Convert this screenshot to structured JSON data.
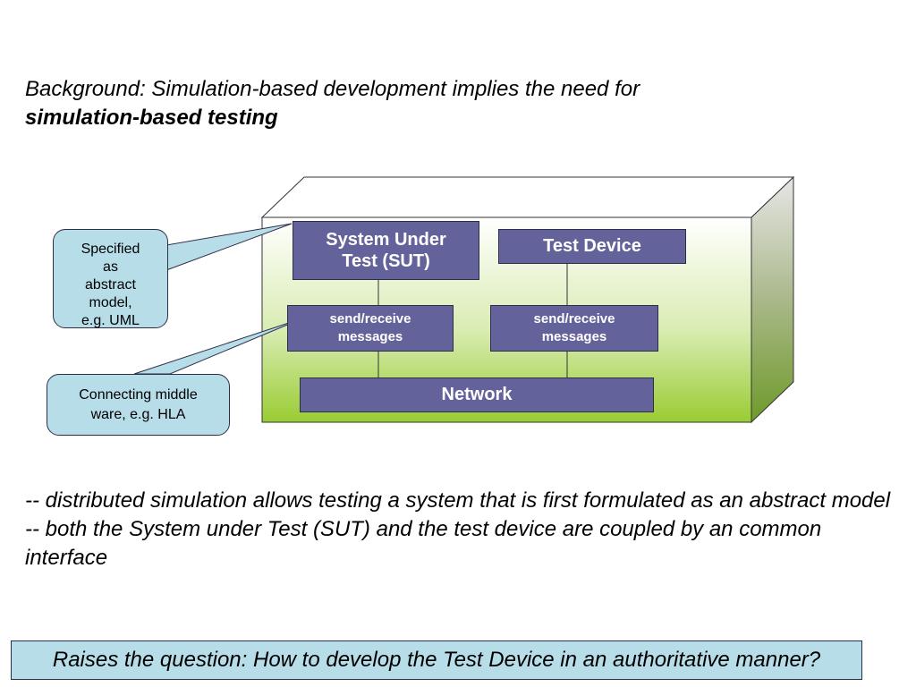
{
  "heading": {
    "line1": "Background: Simulation-based development implies the need for",
    "line2": "simulation-based testing"
  },
  "diagram": {
    "sut": [
      "System Under",
      "Test (SUT)"
    ],
    "test_device": "Test Device",
    "send_receive_left": [
      "send/receive",
      "messages"
    ],
    "send_receive_right": [
      "send/receive",
      "messages"
    ],
    "network": "Network",
    "callout_model": [
      "Specified",
      "as",
      "abstract",
      "model,",
      "e.g. UML"
    ],
    "callout_middleware": [
      "Connecting middle",
      "ware, e.g. HLA"
    ]
  },
  "bullets": [
    "-- distributed simulation allows testing a system that is first formulated as an abstract model",
    "-- both the System under Test (SUT) and the test device are coupled by an common interface"
  ],
  "question": "Raises the question:  How to develop the  Test Device in an authoritative manner?",
  "colors": {
    "box_fill": "#64629a",
    "callout_fill": "#b7dde8",
    "cube_gradient_top": "#ffffff",
    "cube_gradient_bottom": "#99cc33"
  }
}
